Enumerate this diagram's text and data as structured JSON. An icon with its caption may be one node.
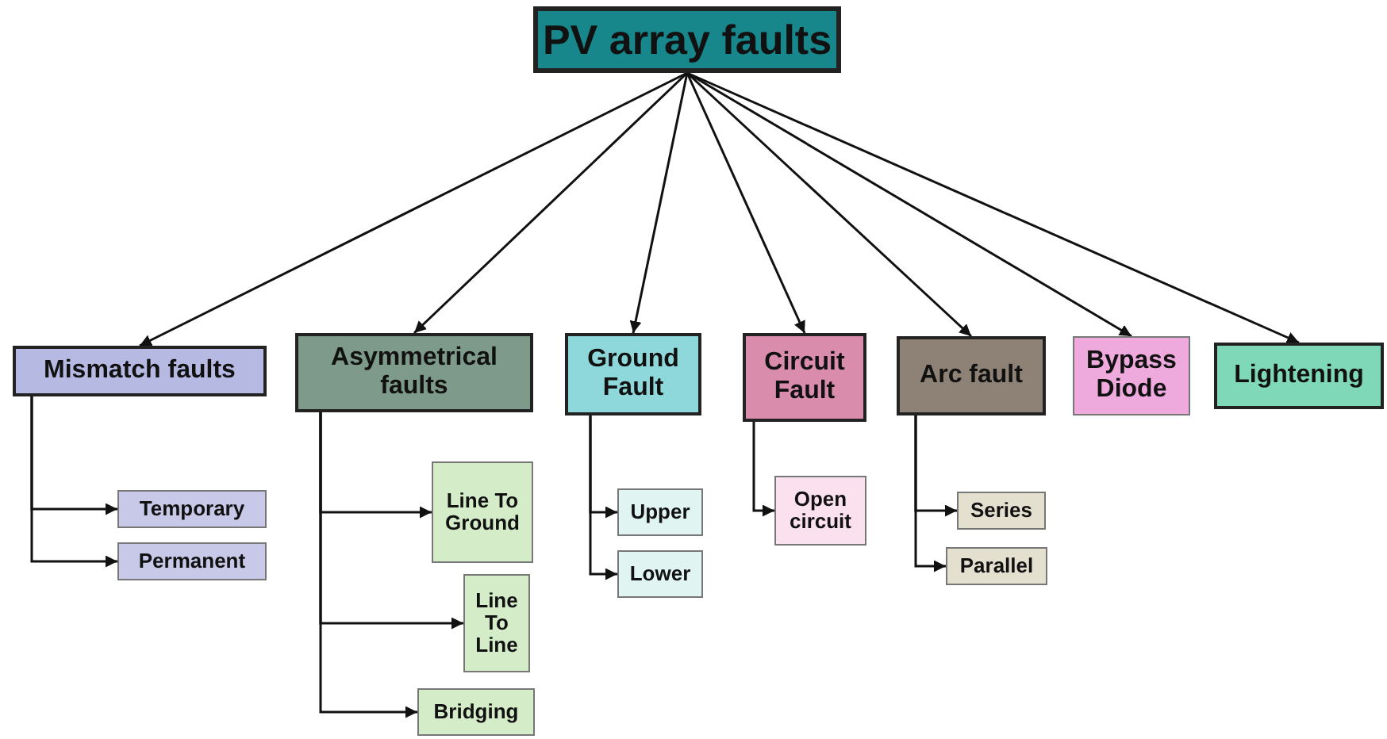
{
  "diagram": {
    "nodes": [
      {
        "text": [
          "PV array faults"
        ]
      },
      {
        "text": [
          "Mismatch faults"
        ]
      },
      {
        "text": [
          "Asymmetrical faults"
        ]
      },
      {
        "text": [
          "Ground Fault"
        ]
      },
      {
        "text": [
          "Circuit Fault"
        ]
      },
      {
        "text": [
          "Arc fault"
        ]
      },
      {
        "text": [
          "Bypass Diode"
        ]
      },
      {
        "text": [
          "Lightening"
        ]
      },
      {
        "text": [
          "Temporary"
        ]
      },
      {
        "text": [
          "Permanent"
        ]
      },
      {
        "text": [
          "Line To Ground"
        ]
      },
      {
        "text": [
          "Line To Line"
        ]
      },
      {
        "text": [
          "Bridging"
        ]
      },
      {
        "text": [
          "Upper"
        ]
      },
      {
        "text": [
          "Lower"
        ]
      },
      {
        "text": [
          "Open circuit"
        ]
      },
      {
        "text": [
          "Series"
        ]
      },
      {
        "text": [
          "Parallel"
        ]
      }
    ],
    "edges": [
      {
        "from": 0,
        "to": 1,
        "arrow": "to"
      },
      {
        "from": 0,
        "to": 2,
        "arrow": "to"
      },
      {
        "from": 0,
        "to": 3,
        "arrow": "to"
      },
      {
        "from": 0,
        "to": 4,
        "arrow": "to"
      },
      {
        "from": 0,
        "to": 5,
        "arrow": "to"
      },
      {
        "from": 0,
        "to": 6,
        "arrow": "to"
      },
      {
        "from": 0,
        "to": 7,
        "arrow": "to"
      },
      {
        "from": 1,
        "to": 8,
        "arrow": "to"
      },
      {
        "from": 1,
        "to": 9,
        "arrow": "to"
      },
      {
        "from": 2,
        "to": 10,
        "arrow": "to"
      },
      {
        "from": 2,
        "to": 11,
        "arrow": "to"
      },
      {
        "from": 2,
        "to": 12,
        "arrow": "to"
      },
      {
        "from": 3,
        "to": 13,
        "arrow": "to"
      },
      {
        "from": 3,
        "to": 14,
        "arrow": "to"
      },
      {
        "from": 4,
        "to": 15,
        "arrow": "to"
      },
      {
        "from": 5,
        "to": 16,
        "arrow": "to"
      },
      {
        "from": 5,
        "to": 17,
        "arrow": "to"
      }
    ]
  }
}
